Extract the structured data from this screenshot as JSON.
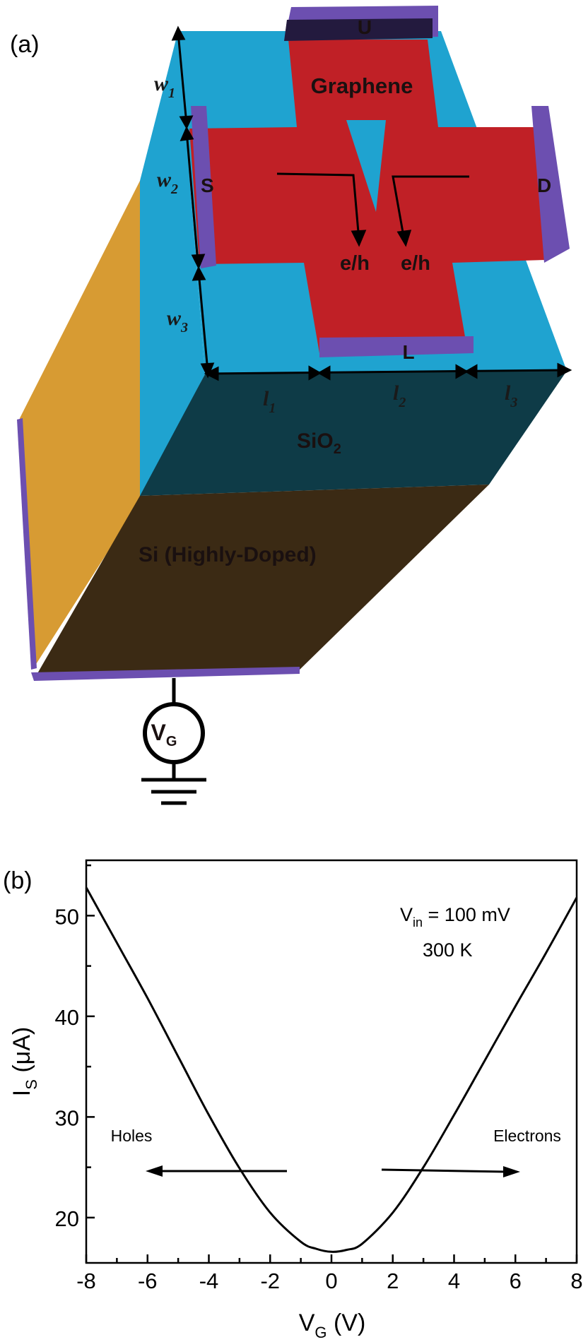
{
  "panel_a": {
    "label": "(a)",
    "terminals": {
      "top": "U",
      "left": "S",
      "right": "D",
      "bottom": "L"
    },
    "material_graphene": "Graphene",
    "carrier_left": "e/h",
    "carrier_right": "e/h",
    "dimensions": {
      "w": "w",
      "l": "l",
      "sub1": "1",
      "sub2": "2",
      "sub3": "3"
    },
    "layer_oxide_base": "SiO",
    "layer_oxide_sub": "2",
    "layer_si": "Si (Highly-Doped)",
    "source_base": "V",
    "source_sub": "G",
    "colors": {
      "graphene": "#c02026",
      "surface": "#1fa3d0",
      "contact": "#6c4fb0",
      "oxide_front": "#0e3b47",
      "si_front": "#3b2a14",
      "side": "#d79b33"
    }
  },
  "panel_b": {
    "label": "(b)",
    "annotation_vin_base": "V",
    "annotation_vin_sub": "in",
    "annotation_vin_value": " = 100 mV",
    "annotation_temp": "300 K",
    "holes_label": "Holes",
    "electrons_label": "Electrons",
    "chart_data": {
      "type": "line",
      "xlabel_base": "V",
      "xlabel_sub": "G",
      "xlabel_unit": " (V)",
      "ylabel_base": "I",
      "ylabel_sub": "S",
      "ylabel_unit": " (μA)",
      "xlim": [
        -8,
        8
      ],
      "ylim": [
        15.5,
        55.5
      ],
      "xticks": [
        -8,
        -6,
        -4,
        -2,
        0,
        2,
        4,
        6,
        8
      ],
      "xtick_labels": [
        "-8",
        "-6",
        "-4",
        "-2",
        "0",
        "2",
        "4",
        "6",
        "8"
      ],
      "yticks": [
        20,
        30,
        40,
        50
      ],
      "ytick_labels": [
        "20",
        "30",
        "40",
        "50"
      ],
      "series": [
        {
          "x": [
            -8,
            -7,
            -6,
            -5,
            -4,
            -3,
            -2,
            -1,
            -0.5,
            0,
            0.5,
            1,
            2,
            3,
            4,
            5,
            6,
            7,
            8
          ],
          "y": [
            52.8,
            47.3,
            41.8,
            36.0,
            30.2,
            24.9,
            20.5,
            17.6,
            16.9,
            16.6,
            16.8,
            17.4,
            20.5,
            25.0,
            30.2,
            35.6,
            41.0,
            46.3,
            51.8
          ]
        }
      ]
    }
  }
}
